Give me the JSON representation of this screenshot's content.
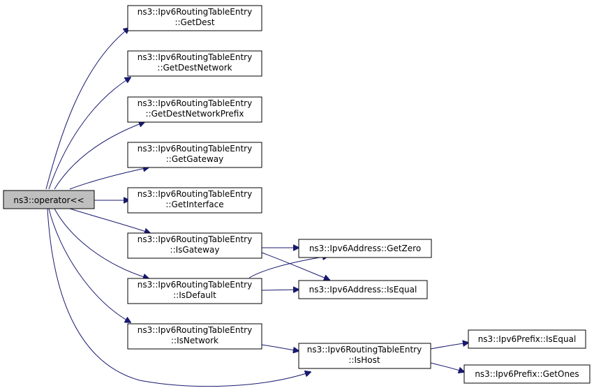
{
  "graph": {
    "nodes": {
      "operator": {
        "lines": [
          "ns3::operator<<"
        ]
      },
      "getdest": {
        "lines": [
          "ns3::Ipv6RoutingTableEntry",
          "::GetDest"
        ]
      },
      "getdestnetwork": {
        "lines": [
          "ns3::Ipv6RoutingTableEntry",
          "::GetDestNetwork"
        ]
      },
      "getdestnetworkprefix": {
        "lines": [
          "ns3::Ipv6RoutingTableEntry",
          "::GetDestNetworkPrefix"
        ]
      },
      "getgateway": {
        "lines": [
          "ns3::Ipv6RoutingTableEntry",
          "::GetGateway"
        ]
      },
      "getinterface": {
        "lines": [
          "ns3::Ipv6RoutingTableEntry",
          "::GetInterface"
        ]
      },
      "isgateway": {
        "lines": [
          "ns3::Ipv6RoutingTableEntry",
          "::IsGateway"
        ]
      },
      "isdefault": {
        "lines": [
          "ns3::Ipv6RoutingTableEntry",
          "::IsDefault"
        ]
      },
      "isnetwork": {
        "lines": [
          "ns3::Ipv6RoutingTableEntry",
          "::IsNetwork"
        ]
      },
      "ishost": {
        "lines": [
          "ns3::Ipv6RoutingTableEntry",
          "::IsHost"
        ]
      },
      "getzero": {
        "lines": [
          "ns3::Ipv6Address::GetZero"
        ]
      },
      "addrisequal": {
        "lines": [
          "ns3::Ipv6Address::IsEqual"
        ]
      },
      "prefixisequal": {
        "lines": [
          "ns3::Ipv6Prefix::IsEqual"
        ]
      },
      "getones": {
        "lines": [
          "ns3::Ipv6Prefix::GetOnes"
        ]
      }
    },
    "edges": [
      [
        "operator",
        "getdest"
      ],
      [
        "operator",
        "getdestnetwork"
      ],
      [
        "operator",
        "getdestnetworkprefix"
      ],
      [
        "operator",
        "getgateway"
      ],
      [
        "operator",
        "getinterface"
      ],
      [
        "operator",
        "isgateway"
      ],
      [
        "operator",
        "isdefault"
      ],
      [
        "operator",
        "isnetwork"
      ],
      [
        "operator",
        "ishost"
      ],
      [
        "isgateway",
        "getzero"
      ],
      [
        "isgateway",
        "addrisequal"
      ],
      [
        "isdefault",
        "getzero"
      ],
      [
        "isdefault",
        "addrisequal"
      ],
      [
        "isnetwork",
        "ishost"
      ],
      [
        "ishost",
        "prefixisequal"
      ],
      [
        "ishost",
        "getones"
      ]
    ]
  }
}
